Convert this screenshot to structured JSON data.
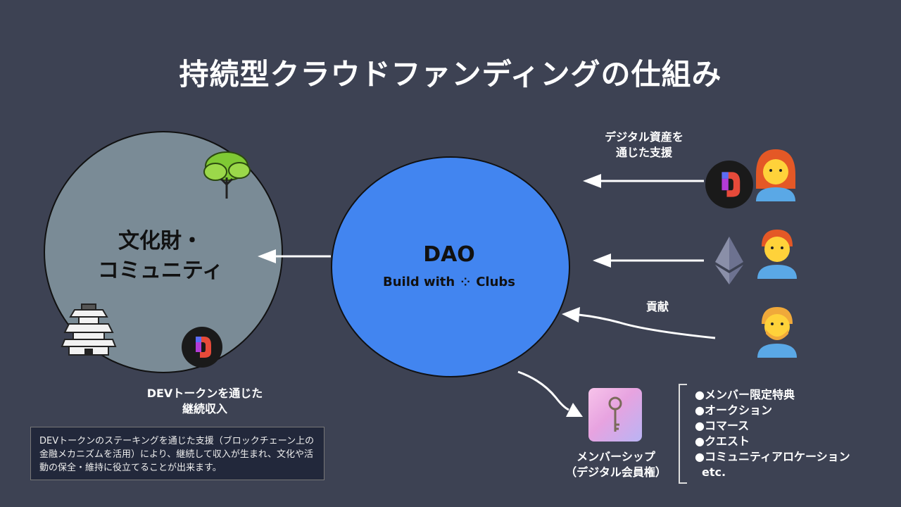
{
  "title": "持続型クラウドファンディングの仕組み",
  "community": {
    "label_line1": "文化財・",
    "label_line2": "コミュニティ"
  },
  "dao": {
    "name": "DAO",
    "tagline_prefix": "Build with",
    "tagline_mark": "⁘",
    "tagline_suffix": "Clubs"
  },
  "labels": {
    "digital_support_line1": "デジタル資産を",
    "digital_support_line2": "通じた支援",
    "contribution": "貢献",
    "dev_income_line1": "DEVトークンを通じた",
    "dev_income_line2": "継続収入",
    "membership_line1": "メンバーシップ",
    "membership_line2": "（デジタル会員権）"
  },
  "info_text": "DEVトークンのステーキングを通じた支援（ブロックチェーン上の金融メカニズムを活用）により、継続して収入が生まれ、文化や活動の保全・維持に役立てることが出来ます。",
  "benefits": [
    "●メンバー限定特典",
    "●オークション",
    "●コマース",
    "●クエスト",
    "●コミュニティアロケーション",
    "etc."
  ],
  "icons": [
    "tree-icon",
    "castle-icon",
    "dev-token-icon",
    "ethereum-icon",
    "person-woman-icon",
    "person-icon",
    "person-bearded-icon",
    "key-icon"
  ],
  "colors": {
    "background": "#3d4253",
    "dao": "#4285f0",
    "community": "#7a8b96",
    "dev_token": "#e64a3a"
  }
}
